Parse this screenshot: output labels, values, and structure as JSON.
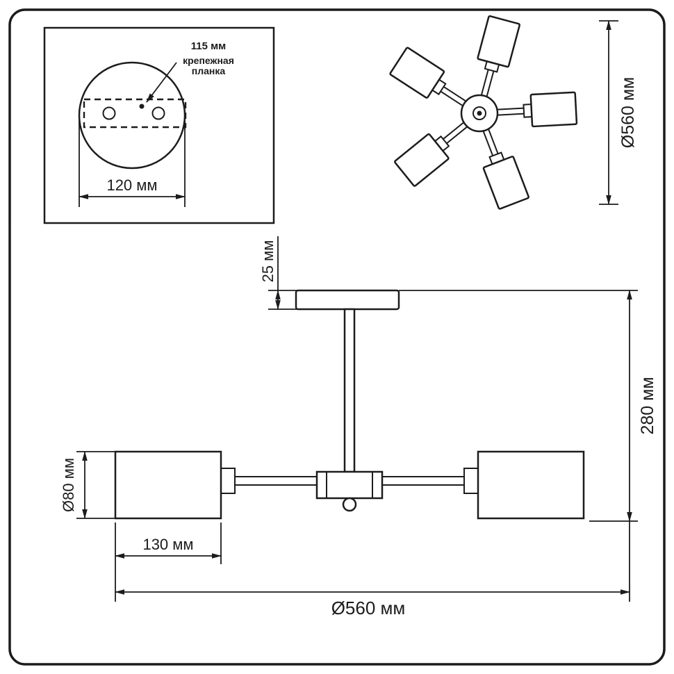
{
  "drawing_title": "ceiling chandelier dimension drawing",
  "detail_box": {
    "dim_hole_spacing": "115 мм",
    "mount_label_line1": "крепежная",
    "mount_label_line2": "планка",
    "dim_plate_width": "120 мм"
  },
  "top_view": {
    "dim_diameter": "Ø560 мм"
  },
  "side_view": {
    "dim_canopy_height": "25 мм",
    "dim_total_height": "280 мм",
    "dim_shade_diameter": "Ø80 мм",
    "dim_shade_length": "130 мм",
    "dim_total_diameter": "Ø560 мм"
  },
  "colors": {
    "line": "#1c1c1e",
    "background": "#ffffff"
  }
}
